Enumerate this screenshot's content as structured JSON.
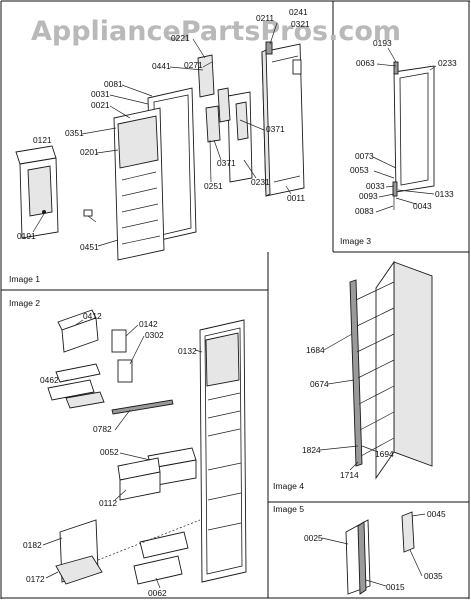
{
  "watermark": "AppliancePartsPros.com",
  "images": [
    {
      "caption": "Image 1"
    },
    {
      "caption": "Image 2"
    },
    {
      "caption": "Image 3"
    },
    {
      "caption": "Image 4"
    },
    {
      "caption": "Image 5"
    }
  ],
  "callouts": {
    "image1": [
      "0241",
      "0211",
      "0221",
      "0441",
      "0271",
      "0081",
      "0031",
      "0021",
      "0121",
      "0351",
      "0201",
      "0371",
      "0371",
      "0251",
      "0231",
      "0011",
      "0191",
      "0451",
      "0321"
    ],
    "image2": [
      "0412",
      "0142",
      "0302",
      "0132",
      "0462",
      "0782",
      "0052",
      "0112",
      "0182",
      "0172",
      "0062"
    ],
    "image3": [
      "0193",
      "0063",
      "0233",
      "0073",
      "0053",
      "0033",
      "0093",
      "0133",
      "0043",
      "0083"
    ],
    "image4": [
      "1684",
      "0674",
      "1824",
      "1694",
      "1714"
    ],
    "image5": [
      "0045",
      "0025",
      "0035",
      "0015"
    ]
  }
}
